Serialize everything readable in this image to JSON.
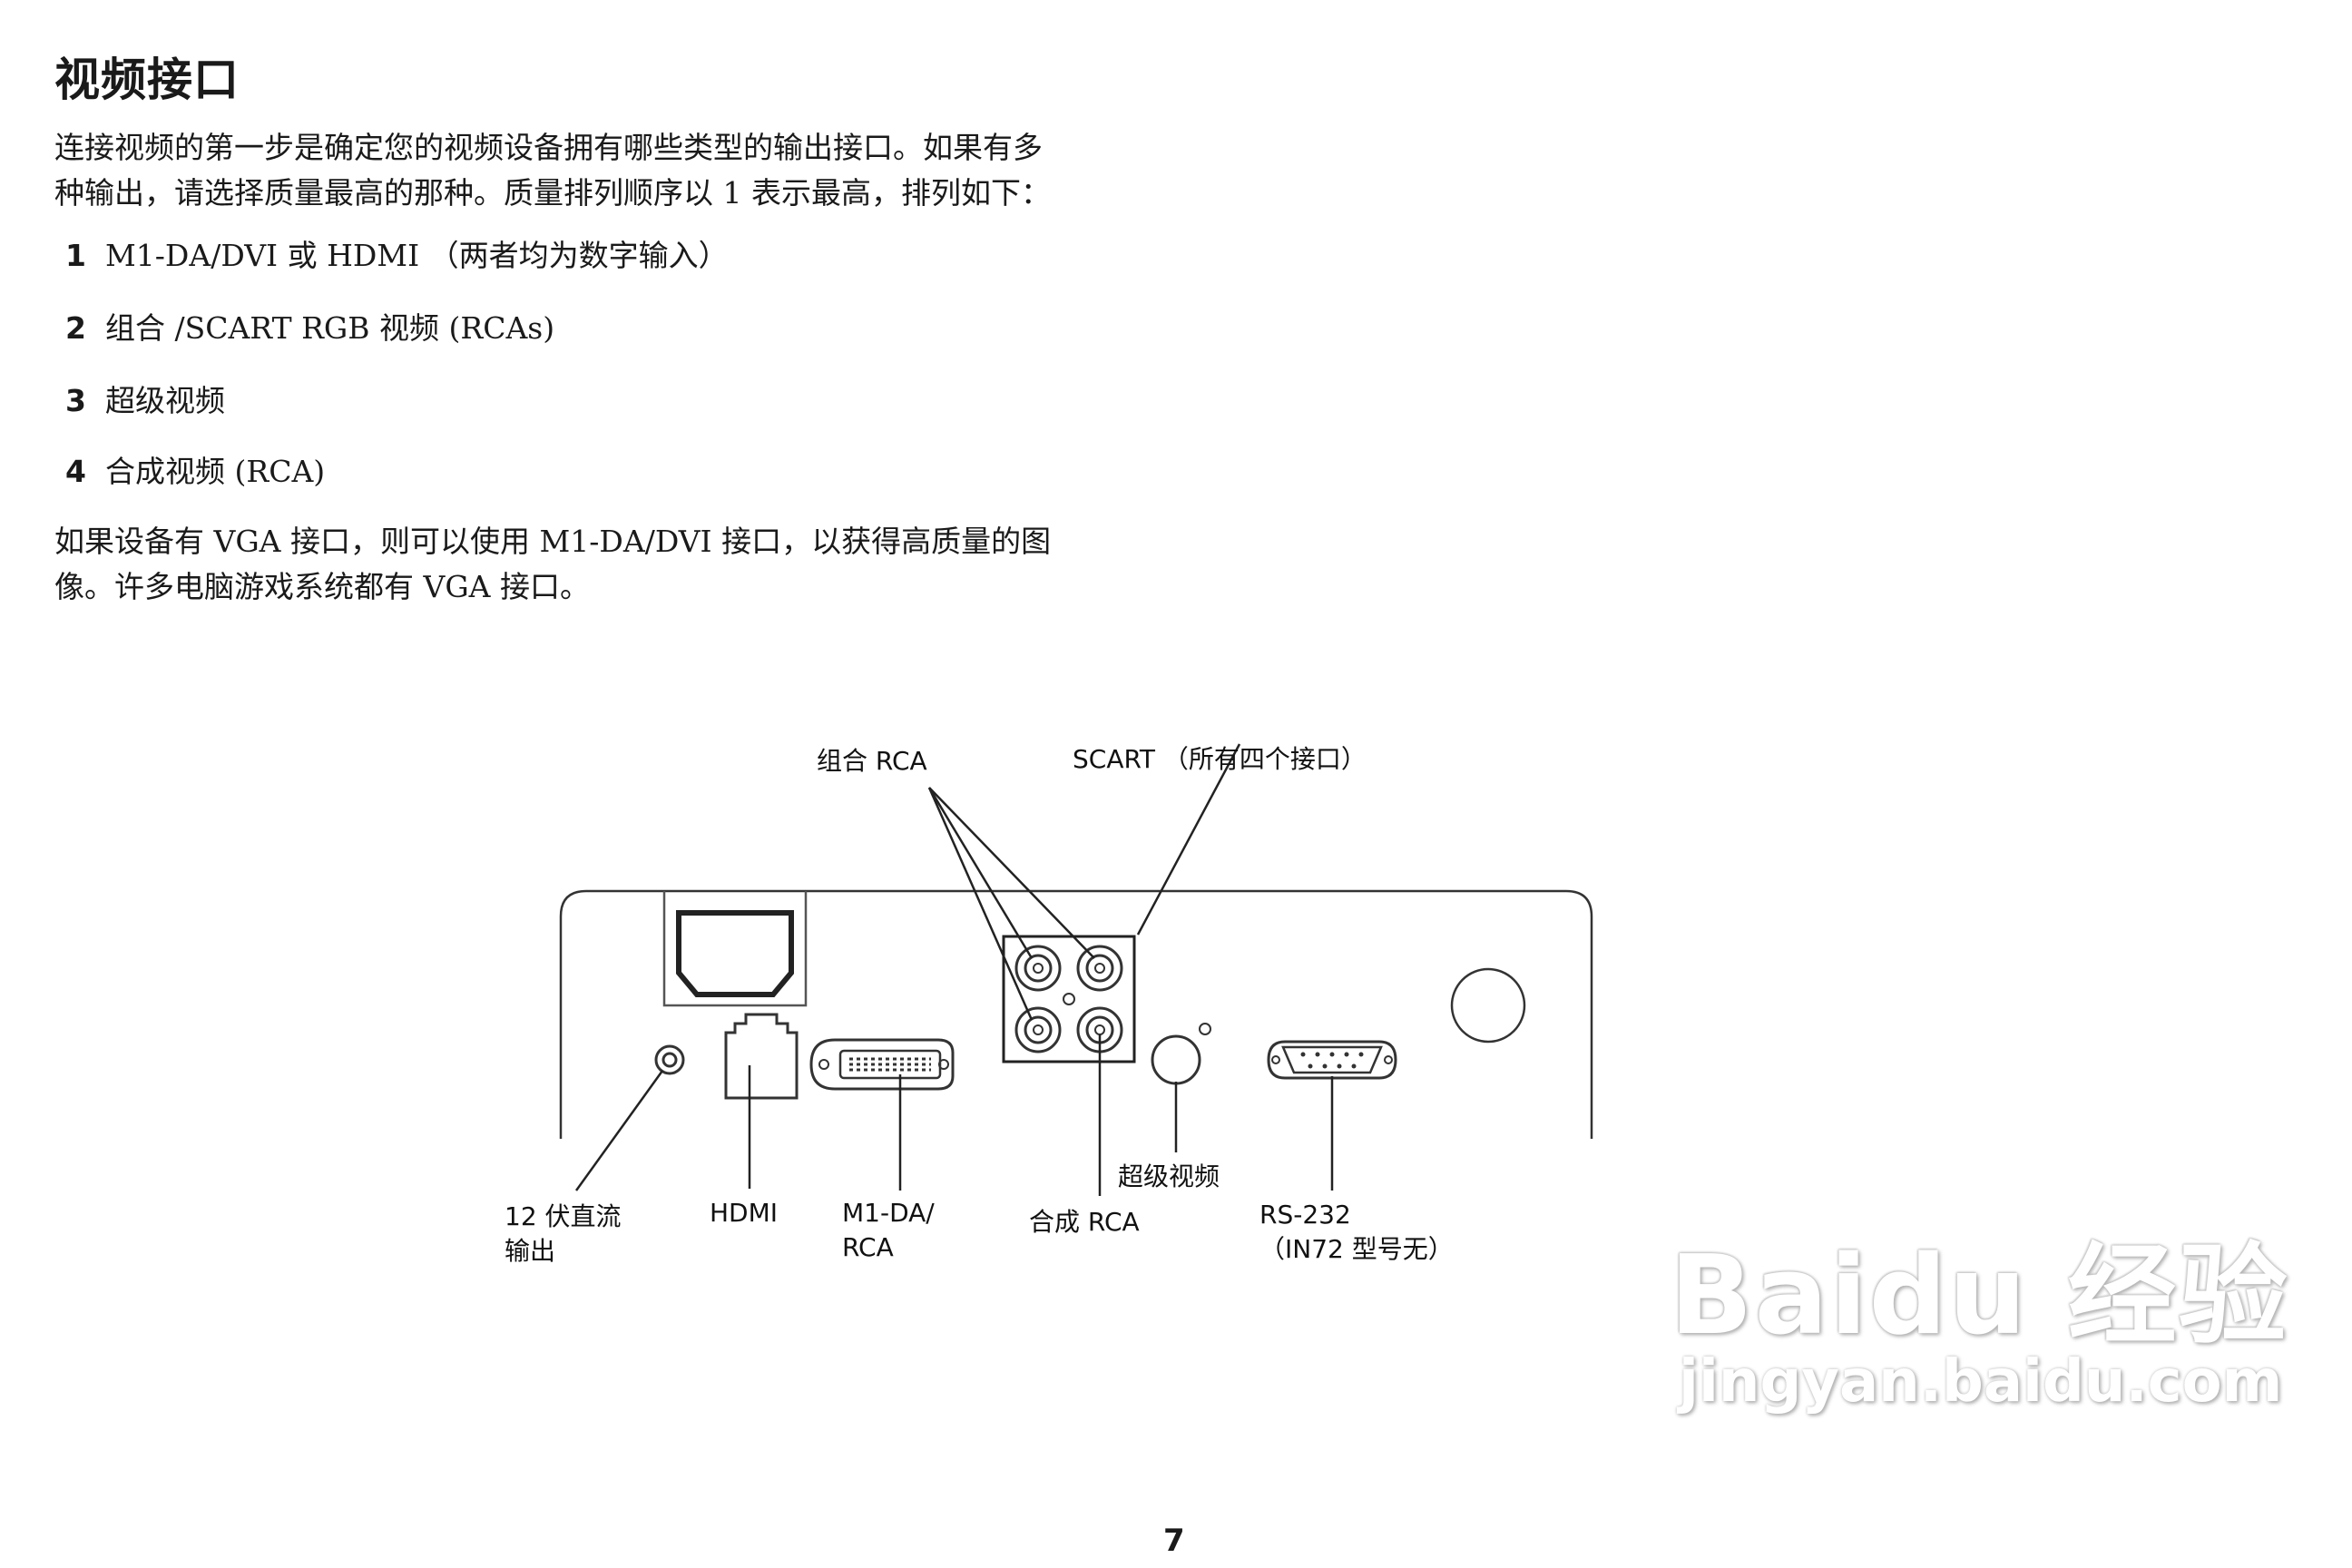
{
  "title": "视频接口",
  "intro_lines": [
    "连接视频的第一步是确定您的视频设备拥有哪些类型的输出接口。如果有多",
    "种输出，请选择质量最高的那种。质量排列顺序以 1 表示最高，排列如下："
  ],
  "list": [
    {
      "num": "1",
      "text": "M1-DA/DVI 或 HDMI （两者均为数字输入）"
    },
    {
      "num": "2",
      "text": "组合 /SCART RGB 视频 (RCAs)"
    },
    {
      "num": "3",
      "text": "超级视频"
    },
    {
      "num": "4",
      "text": "合成视频 (RCA)"
    }
  ],
  "outro_lines": [
    "如果设备有 VGA 接口，则可以使用 M1-DA/DVI 接口，以获得高质量的图",
    "像。许多电脑游戏系统都有 VGA 接口。"
  ],
  "diagram": {
    "labels": {
      "component_rca": "组合 RCA",
      "scart": "SCART （所有四个接口）",
      "dc_out_line1": "12 伏直流",
      "dc_out_line2": "输出",
      "hdmi": "HDMI",
      "m1da_line1": "M1-DA/",
      "m1da_line2": "RCA",
      "composite_rca": "合成 RCA",
      "svideo": "超级视频",
      "rs232_line1": "RS-232",
      "rs232_line2": "（IN72 型号无）"
    }
  },
  "page_number": "7",
  "watermark": {
    "logo": "Baidu 经验",
    "url": "jingyan.baidu.com"
  }
}
